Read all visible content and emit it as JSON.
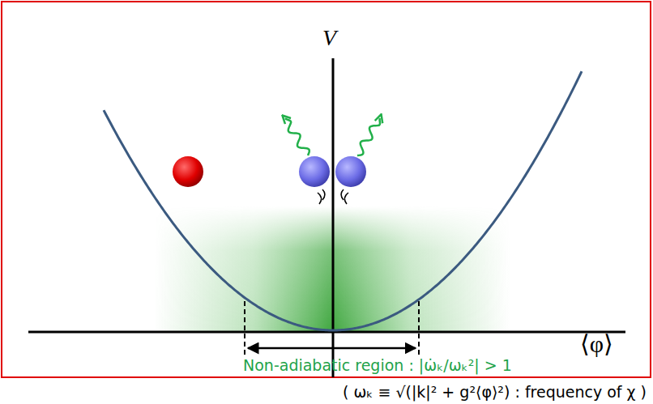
{
  "diagram": {
    "labels": [
      "V",
      "⟨φ⟩",
      "Non-adiabatic region : |ω̇ₖ/ωₖ²| > 1",
      "( ωₖ ≡ √(|k|² + g²⟨φ⟩²) : frequency of χ )"
    ]
  }
}
